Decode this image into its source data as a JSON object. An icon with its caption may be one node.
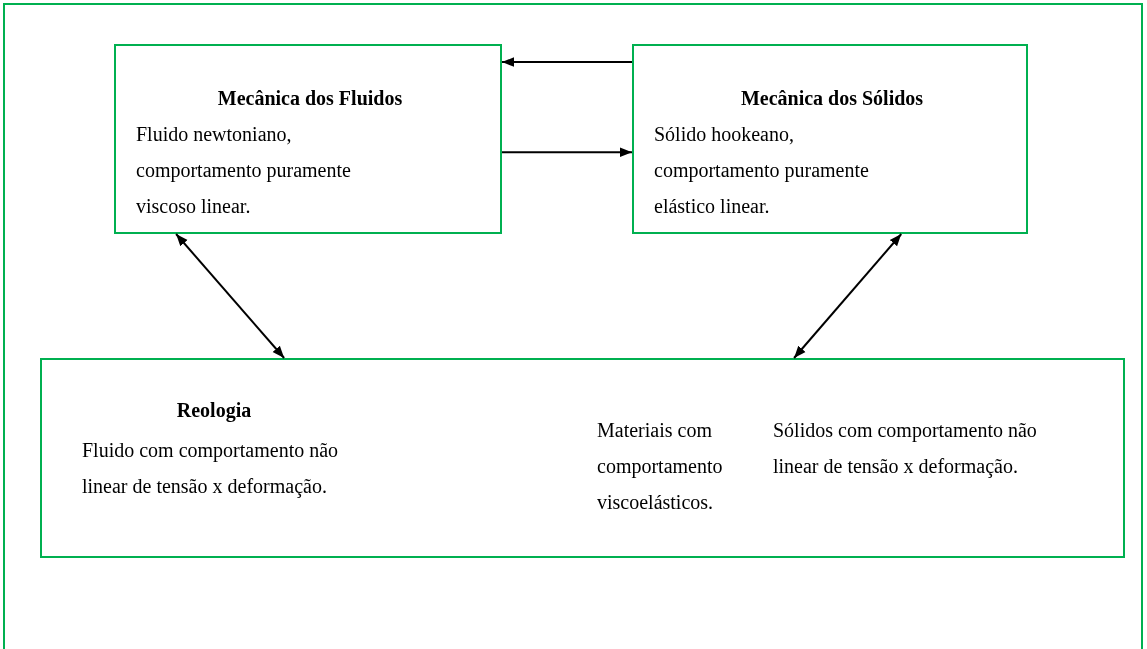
{
  "diagram": {
    "nodes": [
      {
        "text": [],
        "shape": "box"
      },
      {
        "text": [
          "Mecânica dos Fluidos",
          "Fluido newtoniano, comportamento puramente viscoso linear."
        ],
        "in": 0
      },
      {
        "text": [
          "Mecânica dos Sólidos",
          "Sólido hookeano, comportamento puramente elástico linear."
        ],
        "in": 0
      },
      {
        "text": [
          "Reologia",
          "Fluido com comportamento não linear de tensão x deformação.",
          "Materiais com comportamento viscoelásticos.",
          "Sólidos com comportamento não linear de tensão x deformação."
        ],
        "in": 0
      }
    ],
    "edges": [
      {
        "from": 2,
        "to": 1,
        "arrow": "to"
      },
      {
        "from": 1,
        "to": 2,
        "arrow": "to"
      },
      {
        "from": 1,
        "to": 3,
        "arrow": "both"
      },
      {
        "from": 2,
        "to": 3,
        "arrow": "both"
      }
    ]
  }
}
